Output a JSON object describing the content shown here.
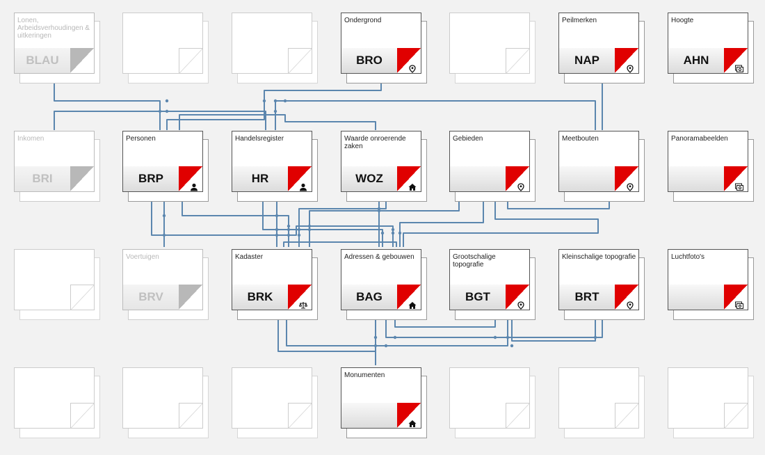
{
  "registers": [
    {
      "id": "blau",
      "label": "Lonen, Arbeidsverhoudingen & uitkeringen",
      "code": "BLAU",
      "state": "grey",
      "icon": ""
    },
    {
      "id": "empty-1",
      "label": "",
      "code": "",
      "state": "empty",
      "icon": ""
    },
    {
      "id": "empty-2",
      "label": "",
      "code": "",
      "state": "empty",
      "icon": ""
    },
    {
      "id": "bro",
      "label": "Ondergrond",
      "code": "BRO",
      "state": "active",
      "icon": "location-pin-icon"
    },
    {
      "id": "empty-3",
      "label": "",
      "code": "",
      "state": "empty",
      "icon": ""
    },
    {
      "id": "nap",
      "label": "Peilmerken",
      "code": "NAP",
      "state": "active",
      "icon": "location-pin-icon"
    },
    {
      "id": "ahn",
      "label": "Hoogte",
      "code": "AHN",
      "state": "active",
      "icon": "photos-icon"
    },
    {
      "id": "bri",
      "label": "Inkomen",
      "code": "BRI",
      "state": "grey",
      "icon": ""
    },
    {
      "id": "brp",
      "label": "Personen",
      "code": "BRP",
      "state": "active",
      "icon": "person-icon"
    },
    {
      "id": "hr",
      "label": "Handelsregister",
      "code": "HR",
      "state": "active",
      "icon": "person-icon"
    },
    {
      "id": "woz",
      "label": "Waarde onroerende zaken",
      "code": "WOZ",
      "state": "active",
      "icon": "house-icon"
    },
    {
      "id": "gebieden",
      "label": "Gebieden",
      "code": "",
      "state": "active",
      "icon": "location-pin-icon"
    },
    {
      "id": "meetbouten",
      "label": "Meetbouten",
      "code": "",
      "state": "active",
      "icon": "location-pin-icon"
    },
    {
      "id": "panorama",
      "label": "Panoramabeelden",
      "code": "",
      "state": "active",
      "icon": "photos-icon"
    },
    {
      "id": "empty-4",
      "label": "",
      "code": "",
      "state": "empty",
      "icon": ""
    },
    {
      "id": "brv",
      "label": "Voertuigen",
      "code": "BRV",
      "state": "grey",
      "icon": ""
    },
    {
      "id": "brk",
      "label": "Kadaster",
      "code": "BRK",
      "state": "active",
      "icon": "scales-icon"
    },
    {
      "id": "bag",
      "label": "Adressen & gebouwen",
      "code": "BAG",
      "state": "active",
      "icon": "house-icon"
    },
    {
      "id": "bgt",
      "label": "Grootschalige topografie",
      "code": "BGT",
      "state": "active",
      "icon": "location-pin-icon"
    },
    {
      "id": "brt",
      "label": "Kleinschalige topografie",
      "code": "BRT",
      "state": "active",
      "icon": "location-pin-icon"
    },
    {
      "id": "luchtfotos",
      "label": "Luchtfoto's",
      "code": "",
      "state": "active",
      "icon": "photos-icon"
    },
    {
      "id": "empty-5",
      "label": "",
      "code": "",
      "state": "empty",
      "icon": ""
    },
    {
      "id": "empty-6",
      "label": "",
      "code": "",
      "state": "empty",
      "icon": ""
    },
    {
      "id": "empty-7",
      "label": "",
      "code": "",
      "state": "empty",
      "icon": ""
    },
    {
      "id": "monumenten",
      "label": "Monumenten",
      "code": "",
      "state": "active",
      "icon": "house-icon"
    },
    {
      "id": "empty-8",
      "label": "",
      "code": "",
      "state": "empty",
      "icon": ""
    },
    {
      "id": "empty-9",
      "label": "",
      "code": "",
      "state": "empty",
      "icon": ""
    },
    {
      "id": "empty-10",
      "label": "",
      "code": "",
      "state": "empty",
      "icon": ""
    }
  ],
  "colors": {
    "connector": "#5b86ae",
    "flag": "#e00000"
  }
}
